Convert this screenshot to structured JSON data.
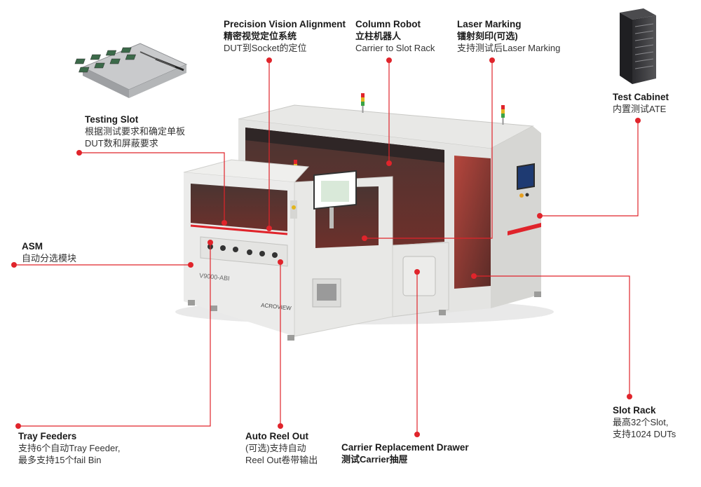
{
  "machine": {
    "model_text": "V9000-ABI",
    "brand_text": "ACROVIEW"
  },
  "callouts": {
    "precision_vision": {
      "title": "Precision Vision Alignment",
      "line1": "精密视觉定位系统",
      "line2": "DUT到Socket的定位"
    },
    "column_robot": {
      "title": "Column Robot",
      "line1": "立柱机器人",
      "line2": "Carrier to Slot Rack"
    },
    "laser_marking": {
      "title": "Laser Marking",
      "line1": "镭射刻印(可选)",
      "line2": "支持测试后Laser Marking"
    },
    "test_cabinet": {
      "title": "Test Cabinet",
      "line1": "内置测试ATE"
    },
    "testing_slot": {
      "title": "Testing Slot",
      "line1": "根据测试要求和确定单板",
      "line2": "DUT数和屏蔽要求"
    },
    "asm": {
      "title": "ASM",
      "line1": "自动分选模块"
    },
    "tray_feeders": {
      "title": "Tray Feeders",
      "line1": "支持6个自动Tray Feeder,",
      "line2": "最多支持15个fail Bin"
    },
    "auto_reel_out": {
      "title": "Auto Reel Out",
      "line1": "(可选)支持自动",
      "line2": "Reel Out卷带输出"
    },
    "carrier_drawer": {
      "title": "Carrier Replacement Drawer",
      "line1": "测试Carrier抽屉"
    },
    "slot_rack": {
      "title": "Slot Rack",
      "line1": "最高32个Slot,",
      "line2": "支持1024 DUTs"
    }
  },
  "colors": {
    "accent_red": "#e0242b",
    "machine_white": "#ededeb",
    "machine_shadow": "#cfcfcc",
    "window_dark": "#3a2b2b",
    "window_red": "#8a3a36"
  }
}
